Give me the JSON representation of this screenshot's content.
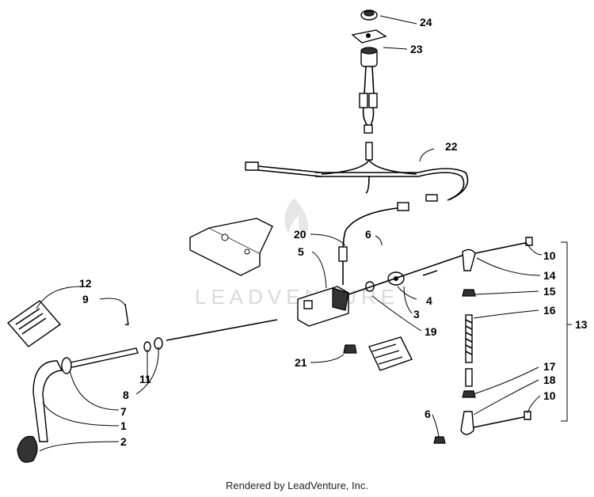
{
  "watermark": "LEADVENTURE",
  "footer": "Rendered by LeadVenture, Inc.",
  "callouts": {
    "c24": "24",
    "c23": "23",
    "c22": "22",
    "c20": "20",
    "c6a": "6",
    "c5": "5",
    "c4": "4",
    "c3": "3",
    "c19": "19",
    "c21": "21",
    "c12": "12",
    "c9": "9",
    "c11": "11",
    "c8": "8",
    "c7": "7",
    "c1": "1",
    "c2": "2",
    "c10a": "10",
    "c14": "14",
    "c15": "15",
    "c16": "16",
    "c13": "13",
    "c17": "17",
    "c18": "18",
    "c10b": "10",
    "c6b": "6"
  }
}
